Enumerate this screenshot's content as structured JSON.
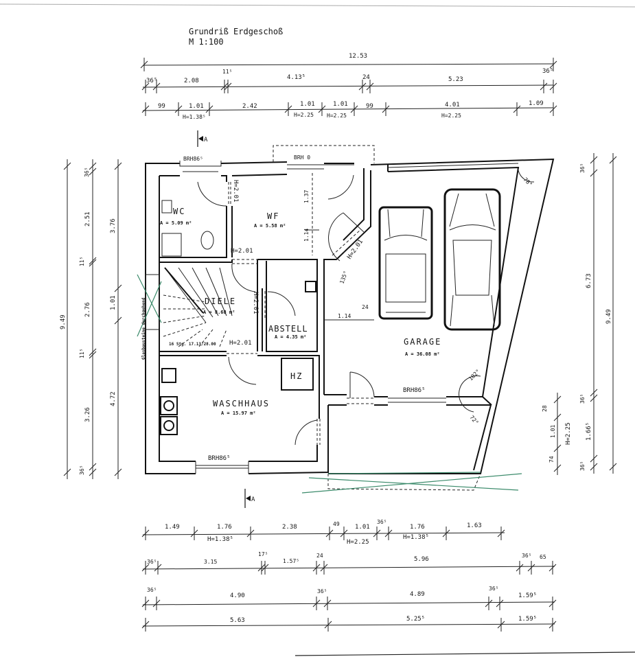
{
  "title": {
    "line1": "Grundriß Erdgeschoß",
    "line2": "M 1:100"
  },
  "dims_top": {
    "total": "12.53",
    "row2": [
      "36⁵",
      "2.08",
      "11⁵",
      "4.13⁵",
      "24",
      "5.23",
      "36⁵"
    ],
    "row3": [
      "99",
      "1.01",
      "H=1.38⁵",
      "2.42",
      "1.01",
      "H=2.25",
      "1.01",
      "H=2.25",
      "99",
      "4.01",
      "H=2.25",
      "1.09"
    ]
  },
  "dims_bottom": {
    "row1": [
      "1.49",
      "1.76",
      "H=1.38⁵",
      "2.38",
      "49",
      "1.01",
      "H=2.25",
      "36⁵",
      "1.76",
      "H=1.38⁵",
      "1.63"
    ],
    "row2": [
      "36⁵",
      "3.15",
      "17⁵",
      "1.57⁵",
      "24",
      "5.96",
      "36⁵",
      "65"
    ],
    "row3": [
      "36⁵",
      "4.90",
      "36⁵",
      "4.89",
      "36⁵",
      "1.59⁵"
    ],
    "row4": [
      "5.63",
      "5.25⁵",
      "1.59⁵"
    ]
  },
  "dims_left": {
    "total": "9.49",
    "inner": [
      "36⁵",
      "2.51",
      "11⁵",
      "2.76",
      "11⁵",
      "3.26",
      "36⁵"
    ],
    "openings": [
      "3.76",
      "1.01",
      "4.72"
    ]
  },
  "dims_right": {
    "total": "9.49",
    "inner": [
      "36⁵",
      "6.73",
      "36⁵",
      "1.66⁵",
      "36⁵"
    ],
    "door": [
      "28",
      "1.01",
      "H=2.25",
      "74"
    ]
  },
  "rooms": {
    "wc": {
      "name": "WC",
      "area": "A = 5.09 m²"
    },
    "wf": {
      "name": "WF",
      "area": "A = 5.58 m²"
    },
    "diele": {
      "name": "DIELE",
      "area": "A = 8.68 m²"
    },
    "abstell": {
      "name": "ABSTELL",
      "area": "A = 4.35 m²"
    },
    "garage": {
      "name": "GARAGE",
      "area": "A = 36.08 m²"
    },
    "waschhaus": {
      "name": "WASCHHAUS",
      "area": "A = 15.97 m²"
    },
    "hz": {
      "name": "HZ"
    }
  },
  "annotations": {
    "brh_wc": "BRH86⁵",
    "brh_entry": "BRH 0",
    "brh_garage": "BRH86⁵",
    "brh_wasch": "BRH86⁵",
    "h_wc_door": "H=2.01",
    "h_wf_door": "H=2.01",
    "h_diele_door": "H=2.01",
    "h_abstell_door": "H=2.01",
    "h_garage_door": "H=2.01",
    "angle_135": "135°",
    "angle_78": "78°",
    "angle_102": "102°",
    "angle_72": "72°",
    "wf_dim1": "1.37",
    "wf_dim2": "1.14",
    "garage_dim1": "1.14",
    "garage_dim2": "24",
    "stairs": "16 Stg. 17.13/28.00",
    "glass_wall": "Glasbausteine durchgehend",
    "section_top": "A",
    "section_bottom": "A"
  }
}
